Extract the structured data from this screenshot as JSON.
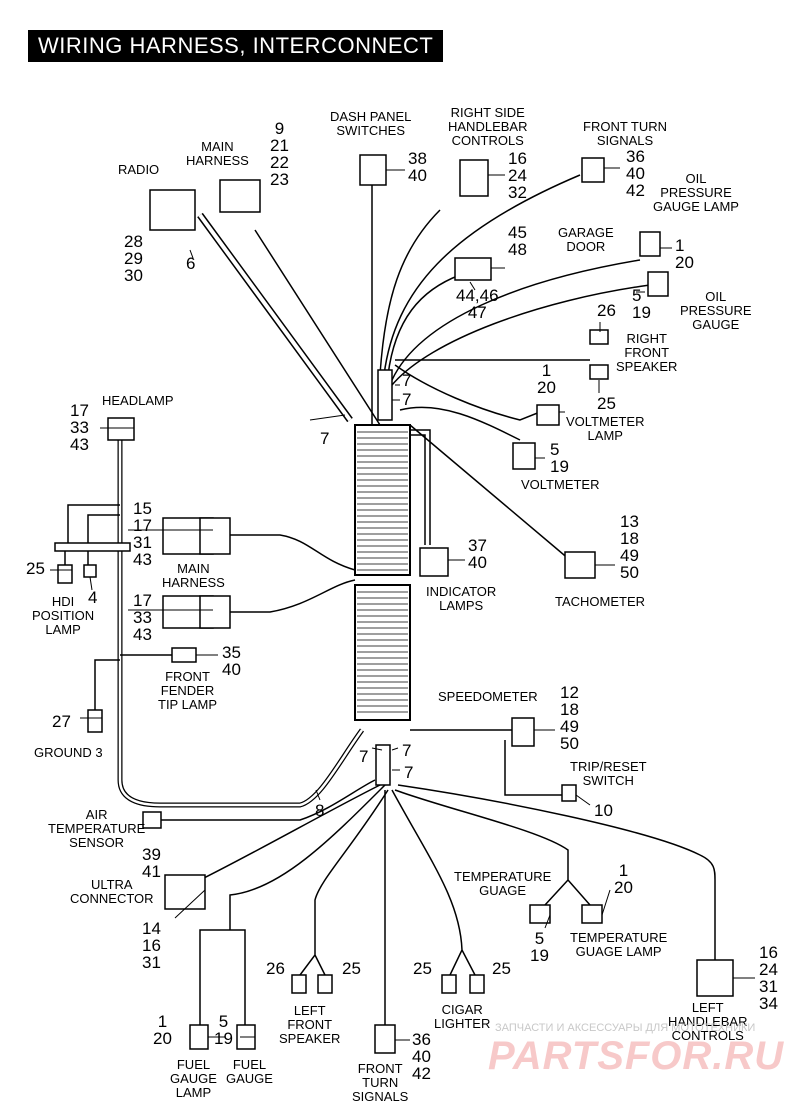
{
  "title": "WIRING HARNESS, INTERCONNECT",
  "labels": {
    "radio": "RADIO",
    "main_harness_top": "MAIN\nHARNESS",
    "dash_panel_switches": "DASH PANEL\nSWITCHES",
    "right_side_handlebar_controls": "RIGHT SIDE\nHANDLEBAR\nCONTROLS",
    "front_turn_signals_top": "FRONT TURN\nSIGNALS",
    "oil_pressure_gauge_lamp": "OIL\nPRESSURE\nGAUGE LAMP",
    "garage_door": "GARAGE\nDOOR",
    "oil_pressure_gauge": "OIL\nPRESSURE\nGAUGE",
    "right_front_speaker": "RIGHT\nFRONT\nSPEAKER",
    "voltmeter_lamp": "VOLTMETER\nLAMP",
    "voltmeter": "VOLTMETER",
    "headlamp": "HEADLAMP",
    "hdi_position_lamp": "HDI\nPOSITION\nLAMP",
    "main_harness_mid": "MAIN\nHARNESS",
    "indicator_lamps": "INDICATOR\nLAMPS",
    "tachometer": "TACHOMETER",
    "front_fender_tip_lamp": "FRONT\nFENDER\nTIP LAMP",
    "ground_3": "GROUND 3",
    "speedometer": "SPEEDOMETER",
    "trip_reset_switch": "TRIP/RESET\nSWITCH",
    "air_temperature_sensor": "AIR\nTEMPERATURE\nSENSOR",
    "ultra_connector": "ULTRA\nCONNECTOR",
    "temperature_guage": "TEMPERATURE\nGUAGE",
    "temperature_guage_lamp": "TEMPERATURE\nGUAGE LAMP",
    "left_front_speaker": "LEFT\nFRONT\nSPEAKER",
    "cigar_lighter": "CIGAR\nLIGHTER",
    "left_handlebar_controls": "LEFT\nHANDLEBAR\nCONTROLS",
    "fuel_gauge_lamp": "FUEL\nGAUGE\nLAMP",
    "fuel_gauge": "FUEL\nGAUGE",
    "front_turn_signals_bottom": "FRONT\nTURN\nSIGNALS"
  },
  "callouts": {
    "radio_parts": "28\n29\n30",
    "radio_6": "6",
    "main_harness_parts": "9\n21\n22\n23",
    "dash_panel_parts": "38\n40",
    "right_side_handlebar_parts": "16\n24\n32",
    "front_turn_top_parts": "36\n40\n42",
    "connector_45_48": "45\n48",
    "connector_44_47": "44,46\n47",
    "garage_door_parts": "1\n20",
    "oil_gauge_parts": "5\n19",
    "right_speaker_26": "26",
    "right_speaker_25": "25",
    "clip_7_a": "7",
    "clip_7_b": "7",
    "clip_7_c": "7",
    "voltmeter_lamp_parts": "1\n20",
    "voltmeter_parts": "5\n19",
    "headlamp_parts": "17\n33\n43",
    "main_upper_parts": "15\n17\n31\n43",
    "main_lower_parts": "17\n33\n43",
    "hdi_25": "25",
    "hdi_4": "4",
    "indicator_parts": "37\n40",
    "tachometer_parts": "13\n18\n49\n50",
    "tip_lamp_parts": "35\n40",
    "ground_27": "27",
    "speedometer_parts": "12\n18\n49\n50",
    "clip_7_d": "7",
    "clip_7_e": "7",
    "clip_7_f": "7",
    "clip_8": "8",
    "trip_10": "10",
    "air_temp_parts": "39\n41",
    "ultra_parts": "14\n16\n31",
    "temp_lamp_parts": "1\n20",
    "temp_gauge_parts": "5\n19",
    "left_handlebar_parts": "16\n24\n31\n34",
    "left_speaker_26": "26",
    "left_speaker_25": "25",
    "cigar_25_a": "25",
    "cigar_25_b": "25",
    "fuel_lamp_parts": "1\n20",
    "fuel_gauge_parts": "5\n19",
    "front_turn_bottom_parts": "36\n40\n42"
  },
  "watermark": {
    "small": "ЗАПЧАСТИ И АКСЕССУАРЫ ДЛЯ МОТОТЕХНИКИ",
    "big": "PARTSFOR.RU"
  },
  "colors": {
    "ink": "#000000",
    "paper": "#ffffff",
    "watermark_red": "#dd4444"
  }
}
